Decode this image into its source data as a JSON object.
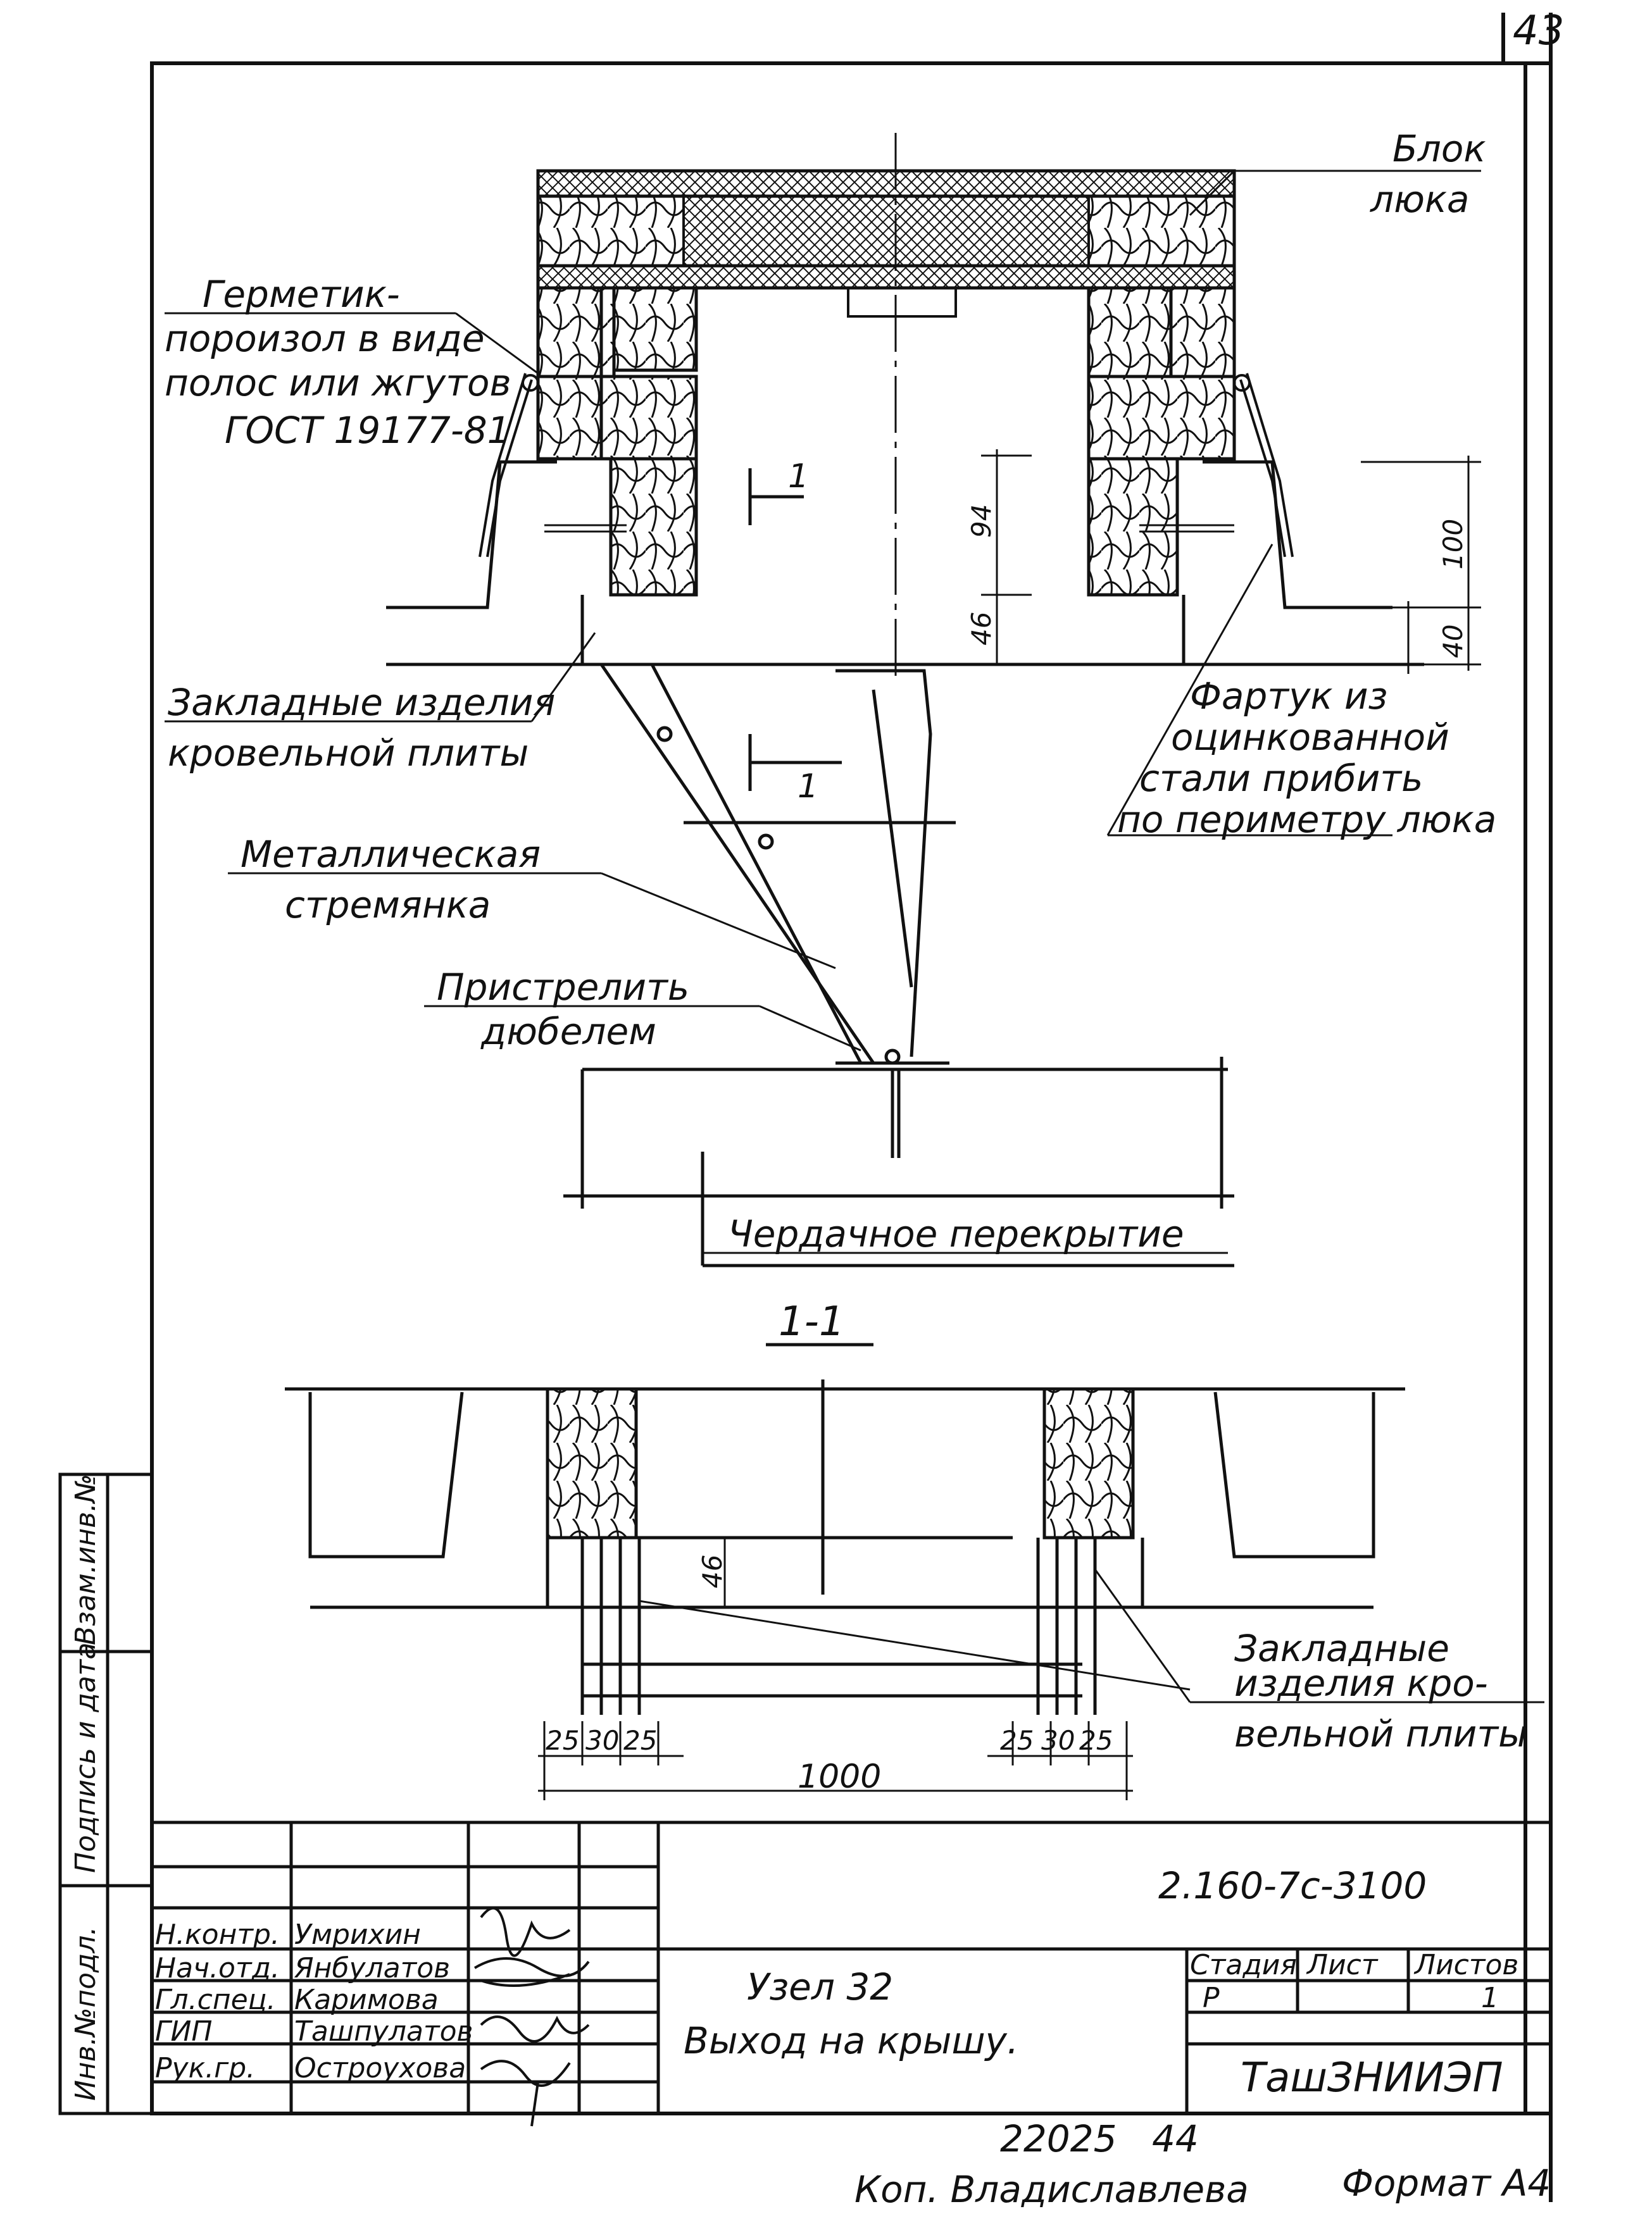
{
  "sheet": {
    "page_number": "43",
    "format_label": "Формат А4",
    "copied_by": "Коп. Владиславлева",
    "archive_number": "22025",
    "archive_suffix": "44"
  },
  "side_stamp": {
    "inv_orig": "Инв.№подл.",
    "sign_date": "Подпись и дата",
    "replace_inv": "Взам.инв.№"
  },
  "callouts": {
    "hatch_block_line1": "Блок",
    "hatch_block_line2": "люка",
    "sealant_line1": "Герметик-",
    "sealant_line2": "пороизол в виде",
    "sealant_line3": "полос или жгутов",
    "sealant_line4": "ГОСТ 19177-81",
    "embedded_line1": "Закладные изделия",
    "embedded_line2": "кровельной плиты",
    "apron_line1": "Фартук из",
    "apron_line2": "оцинкованной",
    "apron_line3": "стали прибить",
    "apron_line4": "по периметру люка",
    "ladder_line1": "Металлическая",
    "ladder_line2": "стремянка",
    "dowel_line1": "Пристрелить",
    "dowel_line2": "дюбелем",
    "attic_floor": "Чердачное перекрытие",
    "embedded2_line1": "Закладные",
    "embedded2_line2": "изделия кро-",
    "embedded2_line3": "вельной плиты"
  },
  "section": {
    "label": "1-1",
    "cut_mark_top": "1",
    "cut_mark_bottom": "1"
  },
  "dimensions": {
    "d94": "94",
    "d46": "46",
    "d100": "100",
    "d40": "40",
    "d46_section": "46",
    "d25a": "25",
    "d30a": "30",
    "d25b": "25",
    "d25c": "25",
    "d30b": "30",
    "d25d": "25",
    "d1000": "1000"
  },
  "title_block": {
    "doc_code": "2.160-7с-3100",
    "title_line1": "Узел 32",
    "title_line2": "Выход на крышу.",
    "org": "ТашЗНИИЭП",
    "stage_header": "Стадия",
    "sheet_header": "Лист",
    "sheets_header": "Листов",
    "stage_value": "Р",
    "sheet_value": "",
    "sheets_value": "1",
    "roles": [
      {
        "role": "Н.контр.",
        "name": "Умрихин"
      },
      {
        "role": "Нач.отд.",
        "name": "Янбулатов"
      },
      {
        "role": "Гл.спец.",
        "name": "Каримова"
      },
      {
        "role": "ГИП",
        "name": "Ташпулатов"
      },
      {
        "role": "Рук.гр.",
        "name": "Остроухова"
      }
    ]
  }
}
